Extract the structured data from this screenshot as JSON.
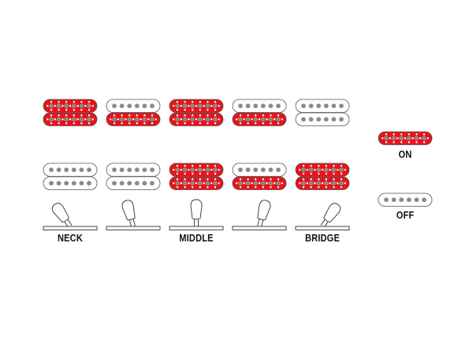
{
  "positions": [
    {
      "label": "NECK",
      "top": [
        true,
        true
      ],
      "bottom": [
        false,
        false
      ],
      "angle": -35
    },
    {
      "label": "",
      "top": [
        false,
        true
      ],
      "bottom": [
        false,
        false
      ],
      "angle": -15
    },
    {
      "label": "MIDDLE",
      "top": [
        true,
        true
      ],
      "bottom": [
        true,
        true
      ],
      "angle": 0
    },
    {
      "label": "",
      "top": [
        false,
        true
      ],
      "bottom": [
        false,
        true
      ],
      "angle": 15
    },
    {
      "label": "BRIDGE",
      "top": [
        false,
        false
      ],
      "bottom": [
        true,
        true
      ],
      "angle": 35
    }
  ],
  "legend": {
    "on_label": "ON",
    "off_label": "OFF"
  },
  "colors": {
    "on": "#e8141b",
    "off": "#ffffff",
    "pole": "#8a8a8a",
    "outline": "#555555"
  }
}
